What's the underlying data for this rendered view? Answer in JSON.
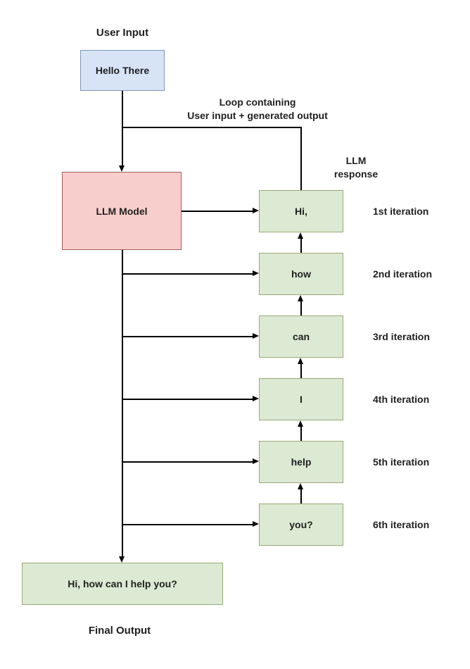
{
  "diagram": {
    "title_context": "LLM token-by-token generation loop",
    "labels": {
      "user_input": "User Input",
      "loop_line1": "Loop containing",
      "loop_line2": "User input + generated output",
      "llm_response_line1": "LLM",
      "llm_response_line2": "response",
      "final_output": "Final Output"
    },
    "nodes": {
      "user_input_box": {
        "text": "Hello There",
        "fill": "#d7e4f6",
        "border": "#8093bd"
      },
      "llm_model_box": {
        "text": "LLM Model",
        "fill": "#f7cecc",
        "border": "#a85c5a"
      },
      "final_output_box": {
        "text": "Hi, how can I help you?",
        "fill": "#dcead3",
        "border": "#97a977"
      }
    },
    "iterations": [
      {
        "token": "Hi,",
        "label": "1st iteration"
      },
      {
        "token": "how",
        "label": "2nd iteration"
      },
      {
        "token": "can",
        "label": "3rd iteration"
      },
      {
        "token": "I",
        "label": "4th iteration"
      },
      {
        "token": "help",
        "label": "5th iteration"
      },
      {
        "token": "you?",
        "label": "6th iteration"
      }
    ],
    "colors": {
      "token_fill": "#dcead3",
      "token_border": "#97a977",
      "input_fill": "#d7e4f6",
      "input_border": "#8093bd",
      "model_fill": "#f7cecc",
      "model_border": "#a85c5a",
      "line": "#000000",
      "background": "#ffffff"
    }
  }
}
